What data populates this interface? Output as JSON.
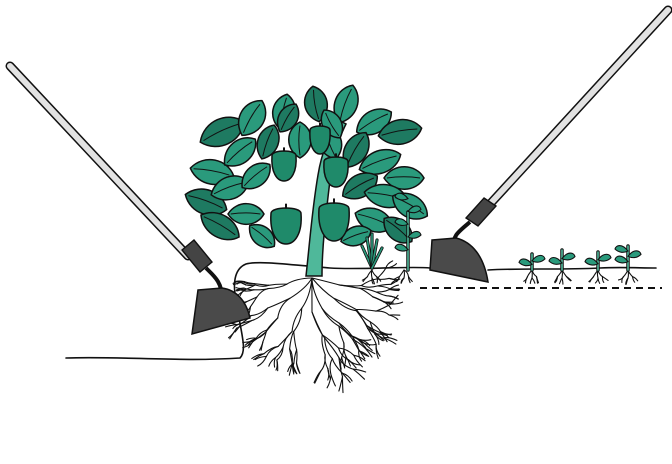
{
  "colors": {
    "background": "#ffffff",
    "foliage": "#2a9a7c",
    "foliage_dark": "#1e7a61",
    "fruit": "#1f8a6a",
    "stem": "#4fb89a",
    "hoe_blade": "#4a4a4a",
    "hoe_handle": "#e2e2e2",
    "hoe_collar": "#444444",
    "outline": "#111111",
    "soil_line": "#111111",
    "depth_guide": "#111111"
  },
  "icons": {
    "left_tool": "hoe-icon",
    "right_tool": "hoe-icon",
    "crop": "vegetable-plant-icon",
    "weeds": "seedling-icon"
  },
  "scene": {
    "hoe_count": 2,
    "weed_seedlings_right": 4,
    "depth_guide": "dashed"
  }
}
